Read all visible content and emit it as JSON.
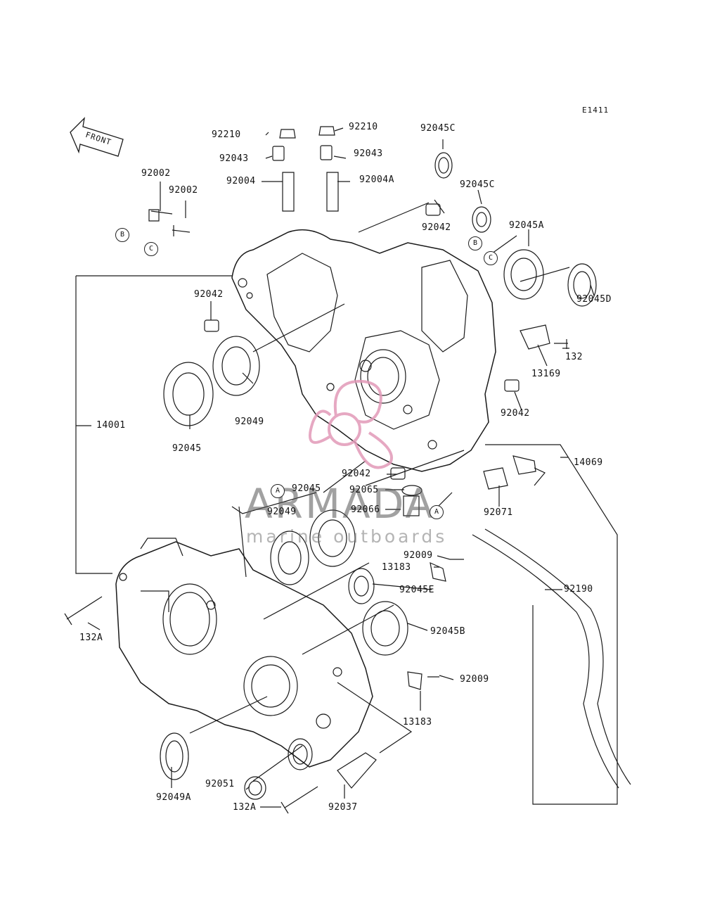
{
  "diagram_code": "E1411",
  "front_label": "FRONT",
  "watermark": {
    "title": "ARMADA",
    "subtitle": "marine outboards",
    "color": "#e29ab8"
  },
  "callouts": {
    "a": "A",
    "b": "B",
    "c": "C"
  },
  "parts": {
    "p92210_left": "92210",
    "p92210_right": "92210",
    "p92043_left": "92043",
    "p92043_right": "92043",
    "p92004": "92004",
    "p92004A": "92004A",
    "p92045C_top": "92045C",
    "p92045C_mid": "92045C",
    "p92002_top": "92002",
    "p92002_right": "92002",
    "p92042_top": "92042",
    "p92045A": "92045A",
    "p92042_left": "92042",
    "p92045D": "92045D",
    "p132": "132",
    "p13169": "13169",
    "p92049_upper": "92049",
    "p92045_left": "92045",
    "p14001": "14001",
    "p92042_right": "92042",
    "p14069": "14069",
    "p92042_mid": "92042",
    "p92045_mid": "92045",
    "p92065": "92065",
    "p92066": "92066",
    "p92071": "92071",
    "p92049_lower": "92049",
    "p92009_top": "92009",
    "p13183_top": "13183",
    "p92045E": "92045E",
    "p92190": "92190",
    "p132A_left": "132A",
    "p92045B": "92045B",
    "p92009_bottom": "92009",
    "p13183_bottom": "13183",
    "p92049A": "92049A",
    "p92051": "92051",
    "p132A_bottom": "132A",
    "p92037": "92037"
  }
}
